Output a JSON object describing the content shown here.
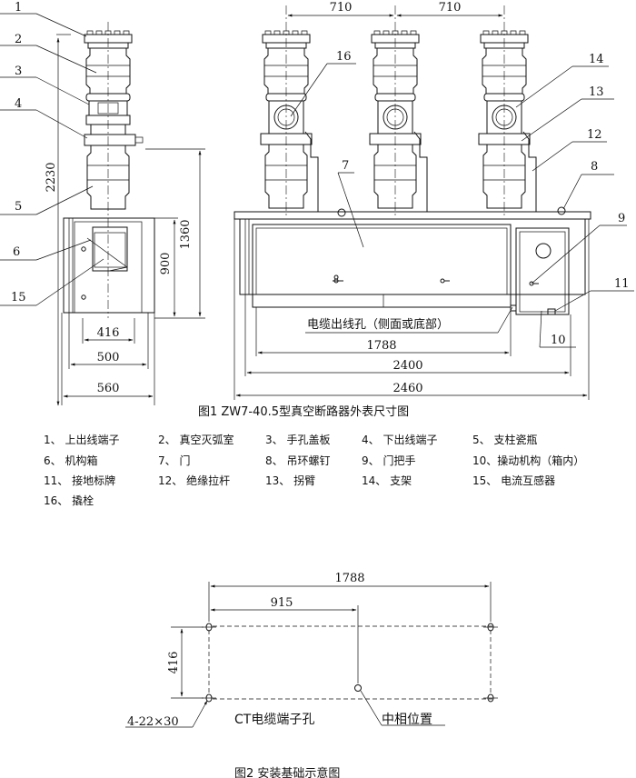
{
  "fig1": {
    "dims": {
      "d710a": "710",
      "d710b": "710",
      "d2230": "2230",
      "d1360": "1360",
      "d900": "900",
      "d416": "416",
      "d500": "500",
      "d560": "560",
      "d1788": "1788",
      "d2400": "2400",
      "d2460": "2460"
    },
    "callouts": {
      "c1": "1",
      "c2": "2",
      "c3": "3",
      "c4": "4",
      "c5": "5",
      "c6": "6",
      "c15": "15",
      "c16": "16",
      "c7": "7",
      "c14": "14",
      "c13": "13",
      "c12": "12",
      "c8": "8",
      "c9": "9",
      "c11": "11",
      "c10": "10"
    },
    "cable_note": "电缆出线孔（侧面或底部）",
    "caption": "图1  ZW7-40.5型真空断路器外表尺寸图"
  },
  "legend": [
    [
      "1、 上出线端子",
      "2、 真空灭弧室",
      "3、 手孔盖板",
      "4、 下出线端子",
      "5、 支柱瓷瓶"
    ],
    [
      "6、 机构箱",
      "7、 门",
      "8、 吊环螺钉",
      "9、 门把手",
      "10、操动机构（箱内）"
    ],
    [
      "11、 接地标牌",
      "12、 绝缘拉杆",
      "13、 拐臂",
      "14、 支架",
      "15、 电流互感器"
    ],
    [
      "16、 撬栓"
    ]
  ],
  "fig2": {
    "d1788": "1788",
    "d915": "915",
    "d416": "416",
    "hole_note": "4-22×30",
    "ct_note": "CT电缆端子孔",
    "mid_note": "中相位置",
    "caption": "图2   安装基础示意图"
  }
}
